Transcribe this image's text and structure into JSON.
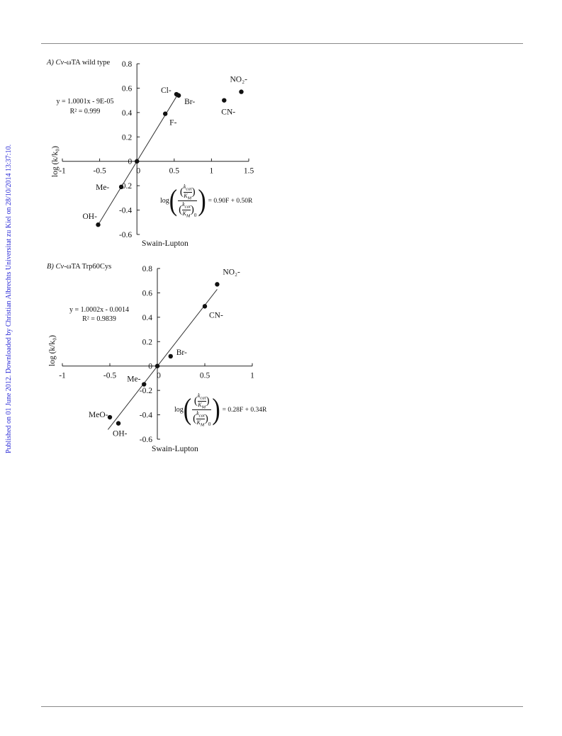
{
  "sidebar": {
    "text": "Published on 01 June 2012. Downloaded by Christian Albrechts Universitat zu Kiel on 28/10/2014 13:37:10."
  },
  "formula": {
    "log": "log",
    "k": "k",
    "cat": "cat",
    "K": "K",
    "M": "M",
    "zero": "0"
  },
  "chart_data": [
    {
      "type": "scatter",
      "title": "A) Cv-ωTA  wild type",
      "title_italic": "A) Cv-",
      "title_rest": "ωTA  wild type",
      "xlabel": "Swain-Lupton",
      "ylabel": "log (k/k₀)",
      "xlim": [
        -1,
        1.5
      ],
      "ylim": [
        -0.6,
        0.8
      ],
      "xticks": [
        -1,
        -0.5,
        0,
        0.5,
        1,
        1.5
      ],
      "xtick_labels": [
        "-1",
        "-0.5",
        "0",
        "0.5",
        "1",
        "1.5"
      ],
      "yticks": [
        -0.6,
        -0.4,
        -0.2,
        0,
        0.2,
        0.4,
        0.6,
        0.8
      ],
      "ytick_labels": [
        "-0.6",
        "-0.4",
        "-0.2",
        "0",
        "0.2",
        "0.4",
        "0.6",
        "0.8"
      ],
      "grid": false,
      "points": [
        {
          "label": "Cl-",
          "x": 0.53,
          "y": 0.55
        },
        {
          "label": "Br-",
          "x": 0.56,
          "y": 0.54
        },
        {
          "label": "F-",
          "x": 0.38,
          "y": 0.39
        },
        {
          "label": "CN-",
          "x": 1.17,
          "y": 0.5
        },
        {
          "label": "NO₂-",
          "x": 1.4,
          "y": 0.57
        },
        {
          "label": "",
          "x": 0.0,
          "y": 0.0
        },
        {
          "label": "Me-",
          "x": -0.21,
          "y": -0.21
        },
        {
          "label": "OH-",
          "x": -0.52,
          "y": -0.52
        }
      ],
      "trendline": {
        "slope": 1.0001,
        "intercept": -9e-05,
        "x_range": [
          -0.52,
          0.56
        ]
      },
      "equation": "y = 1.0001x - 9E-05",
      "r2": "R² = 0.999",
      "formula_rhs": "= 0.90F + 0.50R"
    },
    {
      "type": "scatter",
      "title": "B) Cv-ωTA  Trp60Cys",
      "title_italic": "B) Cv-",
      "title_rest": "ωTA  Trp60Cys",
      "xlabel": "Swain-Lupton",
      "ylabel": "log (k/k₀)",
      "xlim": [
        -1,
        1
      ],
      "ylim": [
        -0.6,
        0.8
      ],
      "xticks": [
        -1,
        -0.5,
        0,
        0.5,
        1
      ],
      "xtick_labels": [
        "-1",
        "-0.5",
        "0",
        "0.5",
        "1"
      ],
      "yticks": [
        -0.6,
        -0.4,
        -0.2,
        0,
        0.2,
        0.4,
        0.6,
        0.8
      ],
      "ytick_labels": [
        "-0.6",
        "-0.4",
        "-0.2",
        "0",
        "0.2",
        "0.4",
        "0.6",
        "0.8"
      ],
      "grid": false,
      "points": [
        {
          "label": "NO₂-",
          "x": 0.63,
          "y": 0.67
        },
        {
          "label": "CN-",
          "x": 0.5,
          "y": 0.49
        },
        {
          "label": "Br-",
          "x": 0.14,
          "y": 0.08
        },
        {
          "label": "",
          "x": 0.0,
          "y": 0.0
        },
        {
          "label": "Me-",
          "x": -0.14,
          "y": -0.15
        },
        {
          "label": "MeO-",
          "x": -0.5,
          "y": -0.42
        },
        {
          "label": "OH-",
          "x": -0.41,
          "y": -0.47
        }
      ],
      "trendline": {
        "slope": 1.0002,
        "intercept": -0.0014,
        "x_range": [
          -0.52,
          0.63
        ]
      },
      "equation": "y = 1.0002x - 0.0014",
      "r2": "R² = 0.9839",
      "formula_rhs": "= 0.28F + 0.34R"
    }
  ]
}
